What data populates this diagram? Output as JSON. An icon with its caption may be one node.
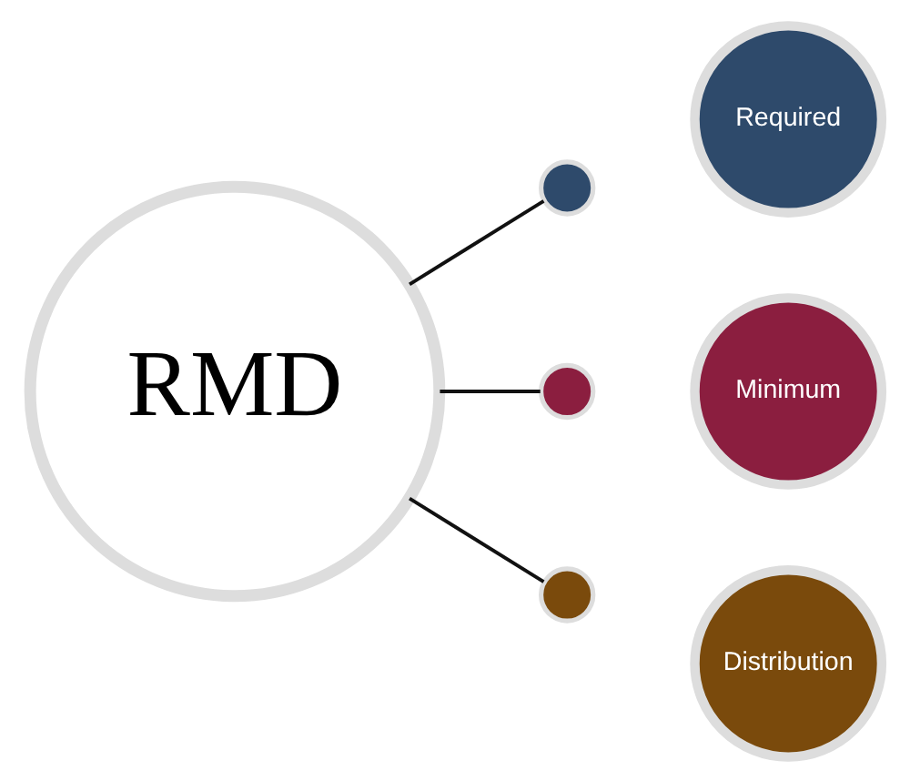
{
  "diagram": {
    "nodes": [
      {
        "text": [
          "RMD"
        ]
      },
      {
        "text": [],
        "shape": "circle"
      },
      {
        "text": [
          "Required"
        ]
      },
      {
        "text": [],
        "shape": "circle"
      },
      {
        "text": [
          "Minimum"
        ]
      },
      {
        "text": [],
        "shape": "circle"
      },
      {
        "text": [
          "Distribution"
        ]
      }
    ],
    "edges": [
      {
        "from": 0,
        "to": 1,
        "arrow": "none"
      },
      {
        "from": 0,
        "to": 3,
        "arrow": "none"
      },
      {
        "from": 0,
        "to": 5,
        "arrow": "none"
      }
    ]
  }
}
